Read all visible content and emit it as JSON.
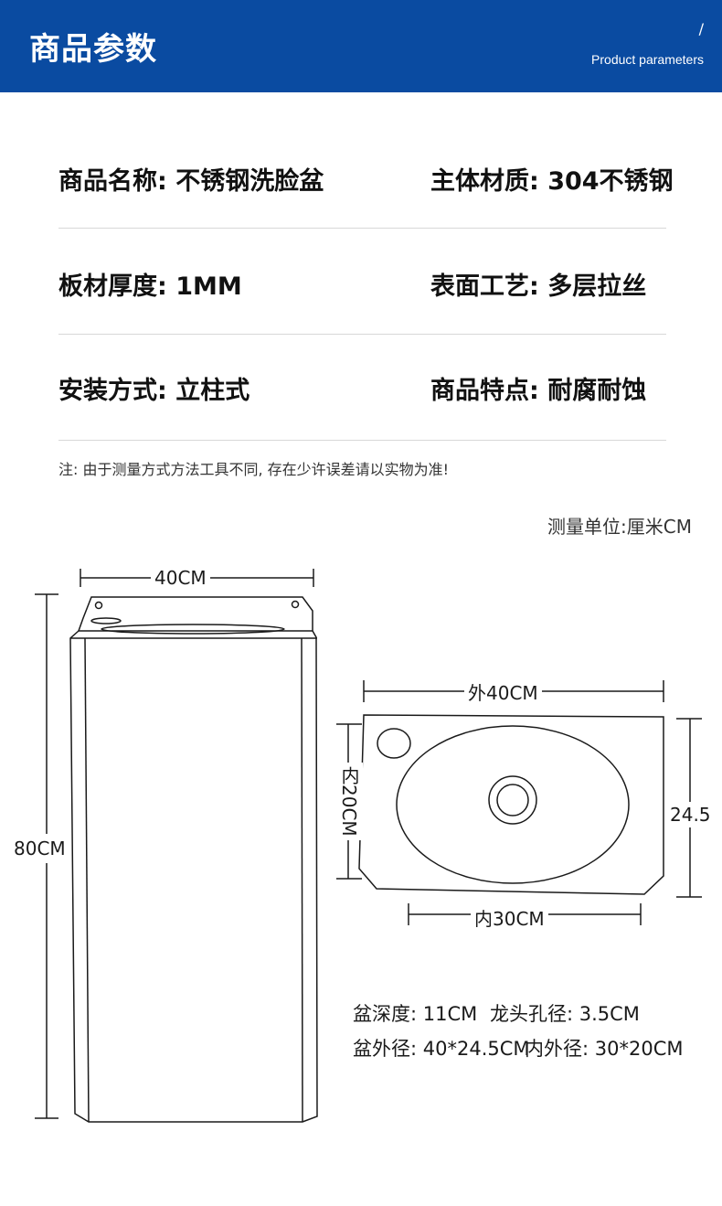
{
  "header": {
    "title": "商品参数",
    "slash": "/",
    "subtitle": "Product parameters",
    "bg_color": "#0a4ba1"
  },
  "specs": {
    "name": "商品名称: 不锈钢洗脸盆",
    "material": "主体材质: 304不锈钢",
    "thickness": "板材厚度: 1MM",
    "surface": "表面工艺: 多层拉丝",
    "install": "安装方式: 立柱式",
    "feature": "商品特点: 耐腐耐蚀"
  },
  "note": "注: 由于测量方式方法工具不同, 存在少许误差请以实物为准!",
  "unit": "测量单位:厘米CM",
  "front_view": {
    "width_label": "40CM",
    "height_label": "80CM"
  },
  "top_view": {
    "outer_width_label": "外40CM",
    "inner_height_label": "内20CM",
    "depth_label": "24.5",
    "inner_width_label": "内30CM"
  },
  "info": {
    "basin_depth": "盆深度: 11CM",
    "faucet_hole": "龙头孔径: 3.5CM",
    "outer_size": "盆外径: 40*24.5CM",
    "inner_size": "内外径: 30*20CM"
  }
}
